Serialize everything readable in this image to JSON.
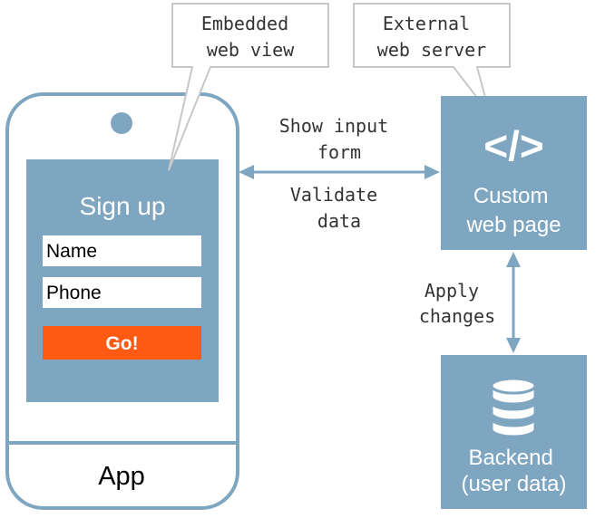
{
  "colors": {
    "primary": "#7fa6c0",
    "accent": "#ff5a14",
    "text": "#333333",
    "callout_border": "#c8c8c8",
    "white": "#ffffff"
  },
  "callouts": {
    "embedded": [
      "Embedded",
      "web view"
    ],
    "external": [
      "External",
      "web server"
    ]
  },
  "phone": {
    "form": {
      "title": "Sign up",
      "name_field": "Name",
      "phone_field": "Phone",
      "submit_label": "Go!"
    },
    "app_label": "App"
  },
  "custom_page": {
    "icon": "code-icon",
    "icon_text": "</>",
    "label": [
      "Custom",
      "web page"
    ]
  },
  "backend": {
    "icon": "database-icon",
    "label": [
      "Backend",
      "(user data)"
    ]
  },
  "arrows": {
    "phone_to_page_top": [
      "Show input",
      "form"
    ],
    "phone_to_page_bottom": [
      "Validate",
      "data"
    ],
    "page_to_backend": [
      "Apply",
      "changes"
    ]
  }
}
